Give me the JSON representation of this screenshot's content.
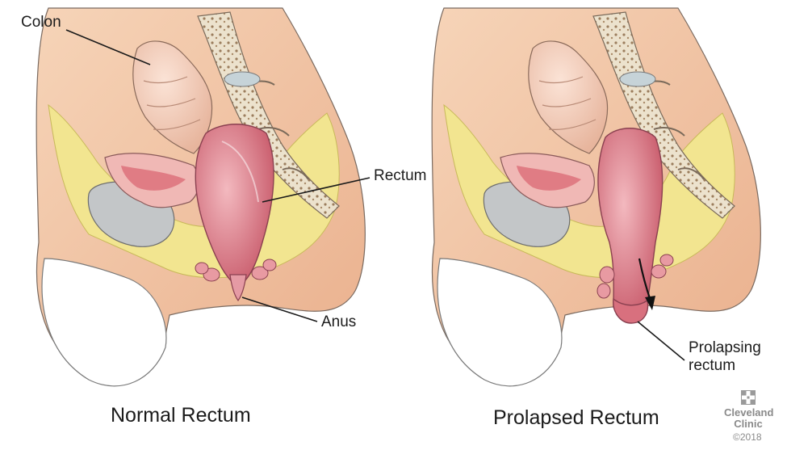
{
  "panels": {
    "left": {
      "caption": "Normal Rectum",
      "labels": {
        "colon": "Colon",
        "rectum": "Rectum",
        "anus": "Anus"
      }
    },
    "right": {
      "caption": "Prolapsed Rectum",
      "labels": {
        "prolapse_line1": "Prolapsing",
        "prolapse_line2": "rectum"
      }
    }
  },
  "logo": {
    "line1": "Cleveland",
    "line2": "Clinic",
    "copyright": "©2018"
  },
  "colors": {
    "skin": "#f2c6a4",
    "skin_dark": "#e7ad88",
    "rectum": "#d5707e",
    "rectum_light": "#eaa0a8",
    "fat": "#f1e48c",
    "bone": "#e9dfc9",
    "bone_spot": "#9a7c5c",
    "bladder": "#bfc3c6",
    "outline": "#6a6a6a",
    "leader": "#1a1a1a"
  }
}
